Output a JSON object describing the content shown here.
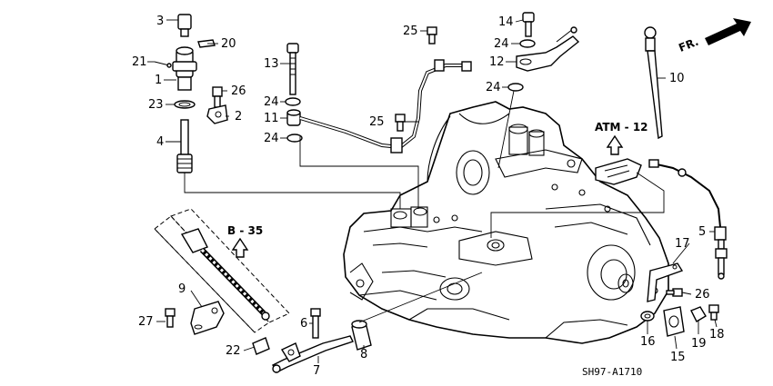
{
  "diagram_code": "SH97-A1710",
  "direction_label": "FR.",
  "references": {
    "atm": "ATM - 12",
    "body": "B - 35"
  },
  "callouts": {
    "c1": "1",
    "c2": "2",
    "c3": "3",
    "c4": "4",
    "c5": "5",
    "c6": "6",
    "c7": "7",
    "c8": "8",
    "c9": "9",
    "c10": "10",
    "c11": "11",
    "c12": "12",
    "c13": "13",
    "c14": "14",
    "c15": "15",
    "c16": "16",
    "c17": "17",
    "c18": "18",
    "c19": "19",
    "c20": "20",
    "c21": "21",
    "c22": "22",
    "c23": "23",
    "c24a": "24",
    "c24b": "24",
    "c24c": "24",
    "c24d": "24",
    "c25a": "25",
    "c25b": "25",
    "c26a": "26",
    "c26b": "26",
    "c27": "27"
  }
}
